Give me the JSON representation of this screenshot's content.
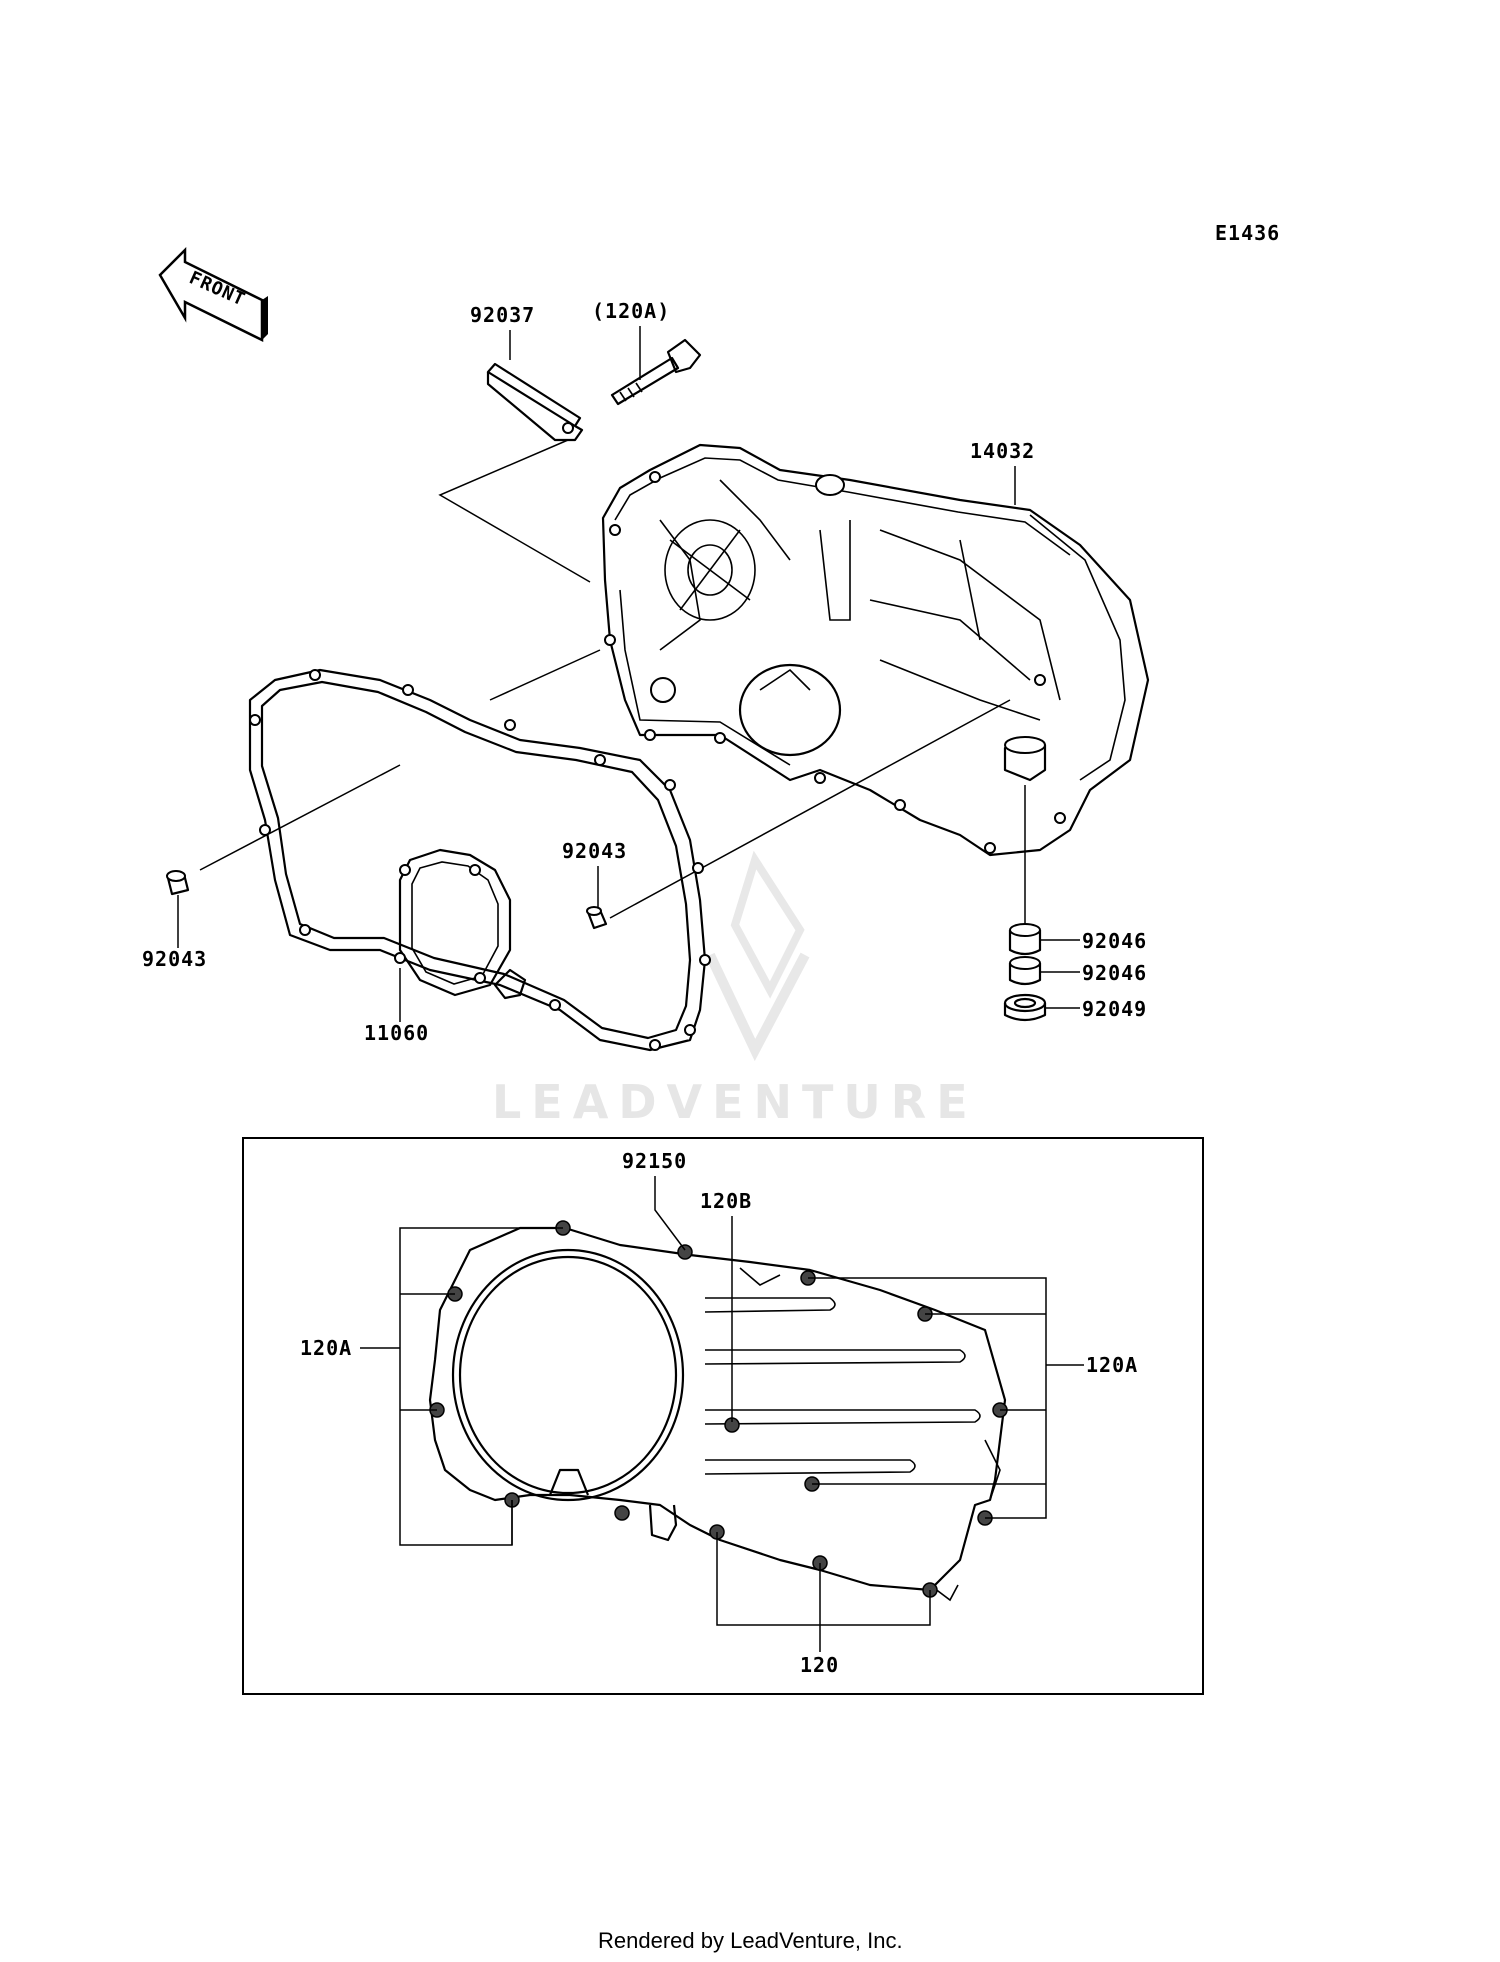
{
  "diagram_id": "E1436",
  "front_label": "FRONT",
  "watermark": "LEADVENTURE",
  "footer": "Rendered by LeadVenture, Inc.",
  "labels": {
    "p92037": "92037",
    "p120A_paren": "(120A)",
    "p14032": "14032",
    "p92043_mid": "92043",
    "p92043_left": "92043",
    "p11060": "11060",
    "p92046_a": "92046",
    "p92046_b": "92046",
    "p92049": "92049",
    "p92150": "92150",
    "p120B": "120B",
    "p120A_left": "120A",
    "p120A_right": "120A",
    "p120": "120"
  }
}
